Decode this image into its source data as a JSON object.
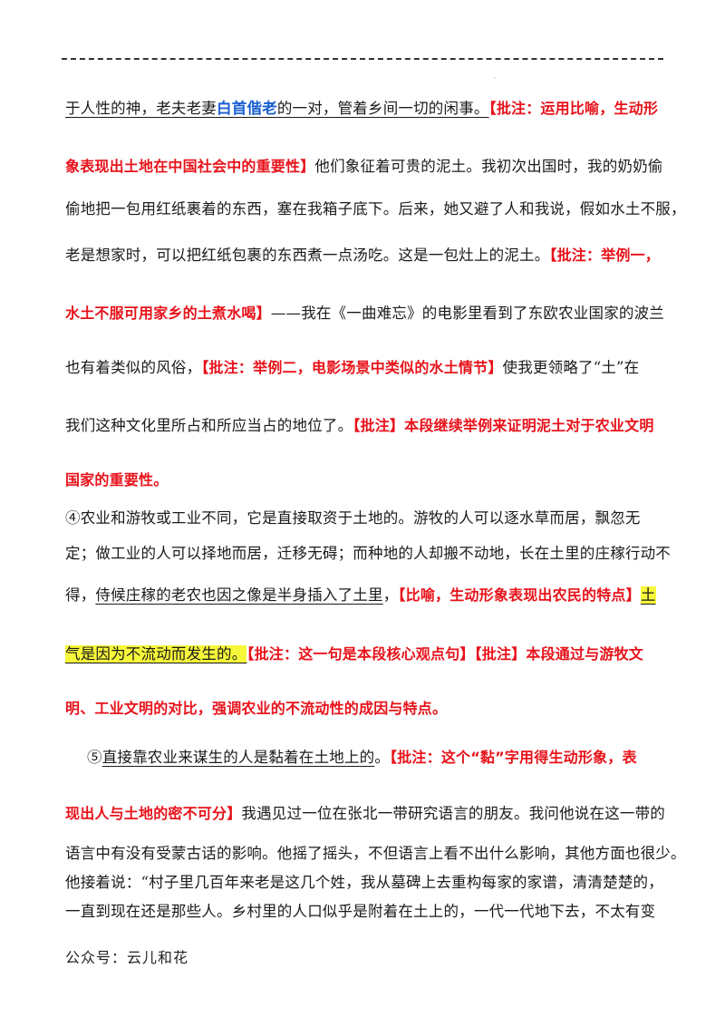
{
  "p3": {
    "l1_a": "于人性的神，老夫老妻",
    "l1_idiom": "白首偕老",
    "l1_b": "的一对，管着乡间一切的闲事。",
    "l1_ann": "【批注：运用比喻，生动形",
    "l2_ann": "象表现出土地在中国社会中的重要性】",
    "l2_text": "他们象征着可贵的泥土。我初次出国时，我的奶奶偷",
    "l3": "偷地把一包用红纸裹着的东西，塞在我箱子底下。后来，她又避了人和我说，假如水土不服，",
    "l4_text": "老是想家时，可以把红纸包裹的东西煮一点汤吃。这是一包灶上的泥土。",
    "l4_ann": "【批注：举例一，",
    "l5_ann": "水土不服可用家乡的土煮水喝】",
    "l5_text": "——我在《一曲难忘》的电影里看到了东欧农业国家的波兰",
    "l6_a": "也有着类似的风俗，",
    "l6_ann": "【批注：举例二，电影场景中类似的水土情节】",
    "l6_b": "使我更领略了“土”在",
    "l7_text": "我们这种文化里所占和所应当占的地位了。",
    "l7_ann": "【批注】本段继续举例来证明泥土对于农业文明",
    "l8_ann": "国家的重要性。"
  },
  "p4": {
    "l1": "④农业和游牧或工业不同，它是直接取资于土地的。游牧的人可以逐水草而居，飘忽无",
    "l2": "定；做工业的人可以择地而居，迁移无碍；而种地的人却搬不动地，长在土里的庄稼行动不",
    "l3_a": "得，",
    "l3_ul": "侍候庄稼的老农也因之像是半身插入了土里",
    "l3_b": "，",
    "l3_ann": "【比喻，生动形象表现出农民的特点】",
    "l3_hl": "土",
    "l4_hl": "气是因为不流动而发生的。",
    "l4_ann": "【批注：这一句是本段核心观点句】【批注】本段通过与游牧文",
    "l5_ann": "明、工业文明的对比，强调农业的不流动性的成因与特点。"
  },
  "p5": {
    "l1_num": "⑤",
    "l1_ul": "直接靠农业来谋生的人是黏着在土地上的",
    "l1_b": "。",
    "l1_ann": "【批注：这个“黏”字用得生动形象，表",
    "l2_ann": "现出人与土地的密不可分】",
    "l2_text": "我遇见过一位在张北一带研究语言的朋友。我问他说在这一带的",
    "l3": "语言中有没有受蒙古话的影响。他摇了摇头，不但语言上看不出什么影响，其他方面也很少。",
    "l4": "他接着说：“村子里几百年来老是这几个姓，我从墓碑上去重构每家的家谱，清清楚楚的，",
    "l5": "一直到现在还是那些人。乡村里的人口似乎是附着在土上的，一代一代地下去，不太有变"
  },
  "footer": "公众号：云儿和花"
}
